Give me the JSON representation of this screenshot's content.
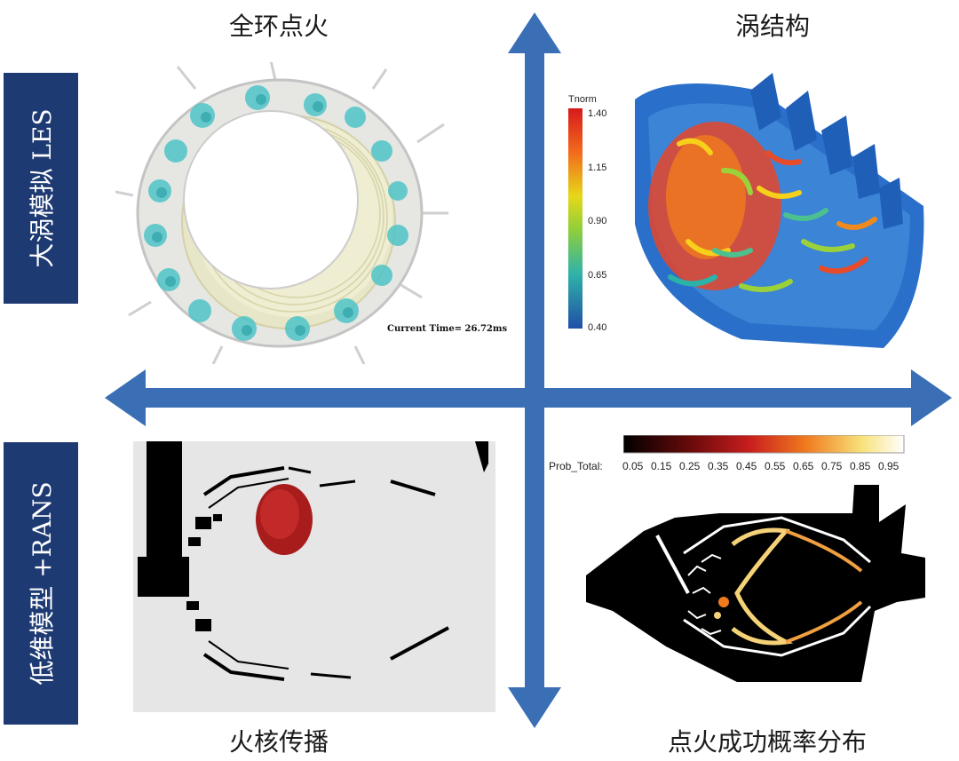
{
  "quadrants": {
    "top_left_title": "全环点火",
    "top_right_title": "涡结构",
    "bottom_left_title": "火核传播",
    "bottom_right_title": "点火成功概率分布"
  },
  "sidebar": {
    "top_label": "大涡模拟 LES",
    "bottom_label": "低维模型 +RANS"
  },
  "ignition_panel": {
    "current_time": "Current Time= 26.72ms"
  },
  "vortex_colorbar": {
    "title": "Tnorm",
    "ticks": [
      "1.40",
      "1.15",
      "0.90",
      "0.65",
      "0.40"
    ]
  },
  "probability_colorbar": {
    "label": "Prob_Total:",
    "ticks": [
      "0.05",
      "0.15",
      "0.25",
      "0.35",
      "0.45",
      "0.55",
      "0.65",
      "0.75",
      "0.85",
      "0.95"
    ]
  },
  "colors": {
    "sidebar": "#1e3a73",
    "arrow": "#3a6fb5"
  }
}
